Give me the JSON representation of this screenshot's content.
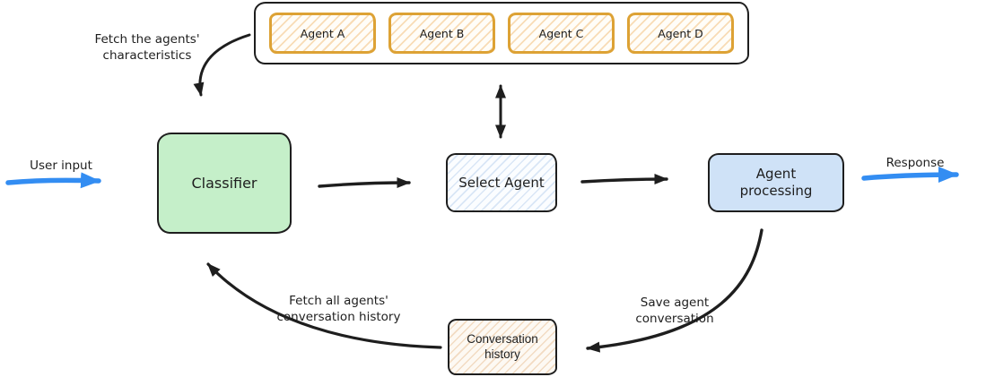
{
  "colors": {
    "ink": "#1e1e1e",
    "green-fill": "#c5efc9",
    "blue-fill": "#cfe2f7",
    "blue-hatch": "#d9e6f6",
    "peach-hatch": "#f2dbc2",
    "orange-stroke": "#dda235",
    "orange-hatch": "#f8dcb6",
    "arrow-blue": "#338df2"
  },
  "agents_panel": {
    "items": [
      {
        "label": "Agent A"
      },
      {
        "label": "Agent B"
      },
      {
        "label": "Agent C"
      },
      {
        "label": "Agent D"
      }
    ]
  },
  "nodes": {
    "classifier": {
      "label": "Classifier"
    },
    "select_agent": {
      "label": "Select Agent"
    },
    "agent_processing": {
      "label": "Agent processing"
    },
    "conversation_history": {
      "label": "Conversation history"
    }
  },
  "edge_labels": {
    "user_input": "User input",
    "response": "Response",
    "fetch_characteristics": "Fetch the agents' characteristics",
    "save_conversation": "Save agent conversation",
    "fetch_history": "Fetch all agents' conversation history"
  }
}
